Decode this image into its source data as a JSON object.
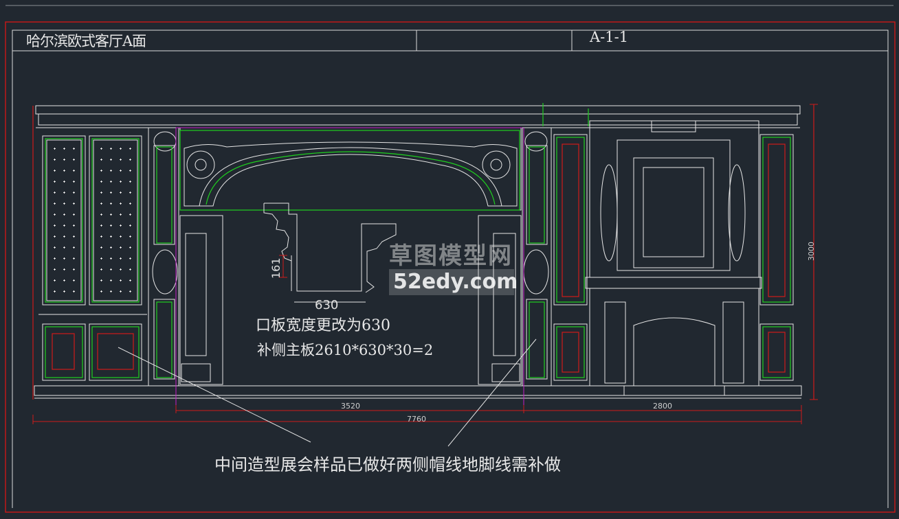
{
  "drawing": {
    "title": "哈尔滨欧式客厅A面",
    "sheet_no": "A-1-1"
  },
  "dimensions": {
    "total_width": "7760",
    "left_section": "3520",
    "right_section": "2800",
    "height": "3000",
    "profile_width": "630",
    "profile_height": "161"
  },
  "notes": {
    "line1": "口板宽度更改为630",
    "line2": "补侧主板2610*630*30=2",
    "line3": "中间造型展会样品已做好两侧帽线地脚线需补做"
  },
  "watermark": {
    "line1": "草图模型网",
    "line2": "52edy.com"
  },
  "colors": {
    "background": "#212830",
    "line_white": "#e6e6e6",
    "line_green": "#1fd01f",
    "line_red": "#d01a1a",
    "line_magenta": "#c81ec8"
  }
}
